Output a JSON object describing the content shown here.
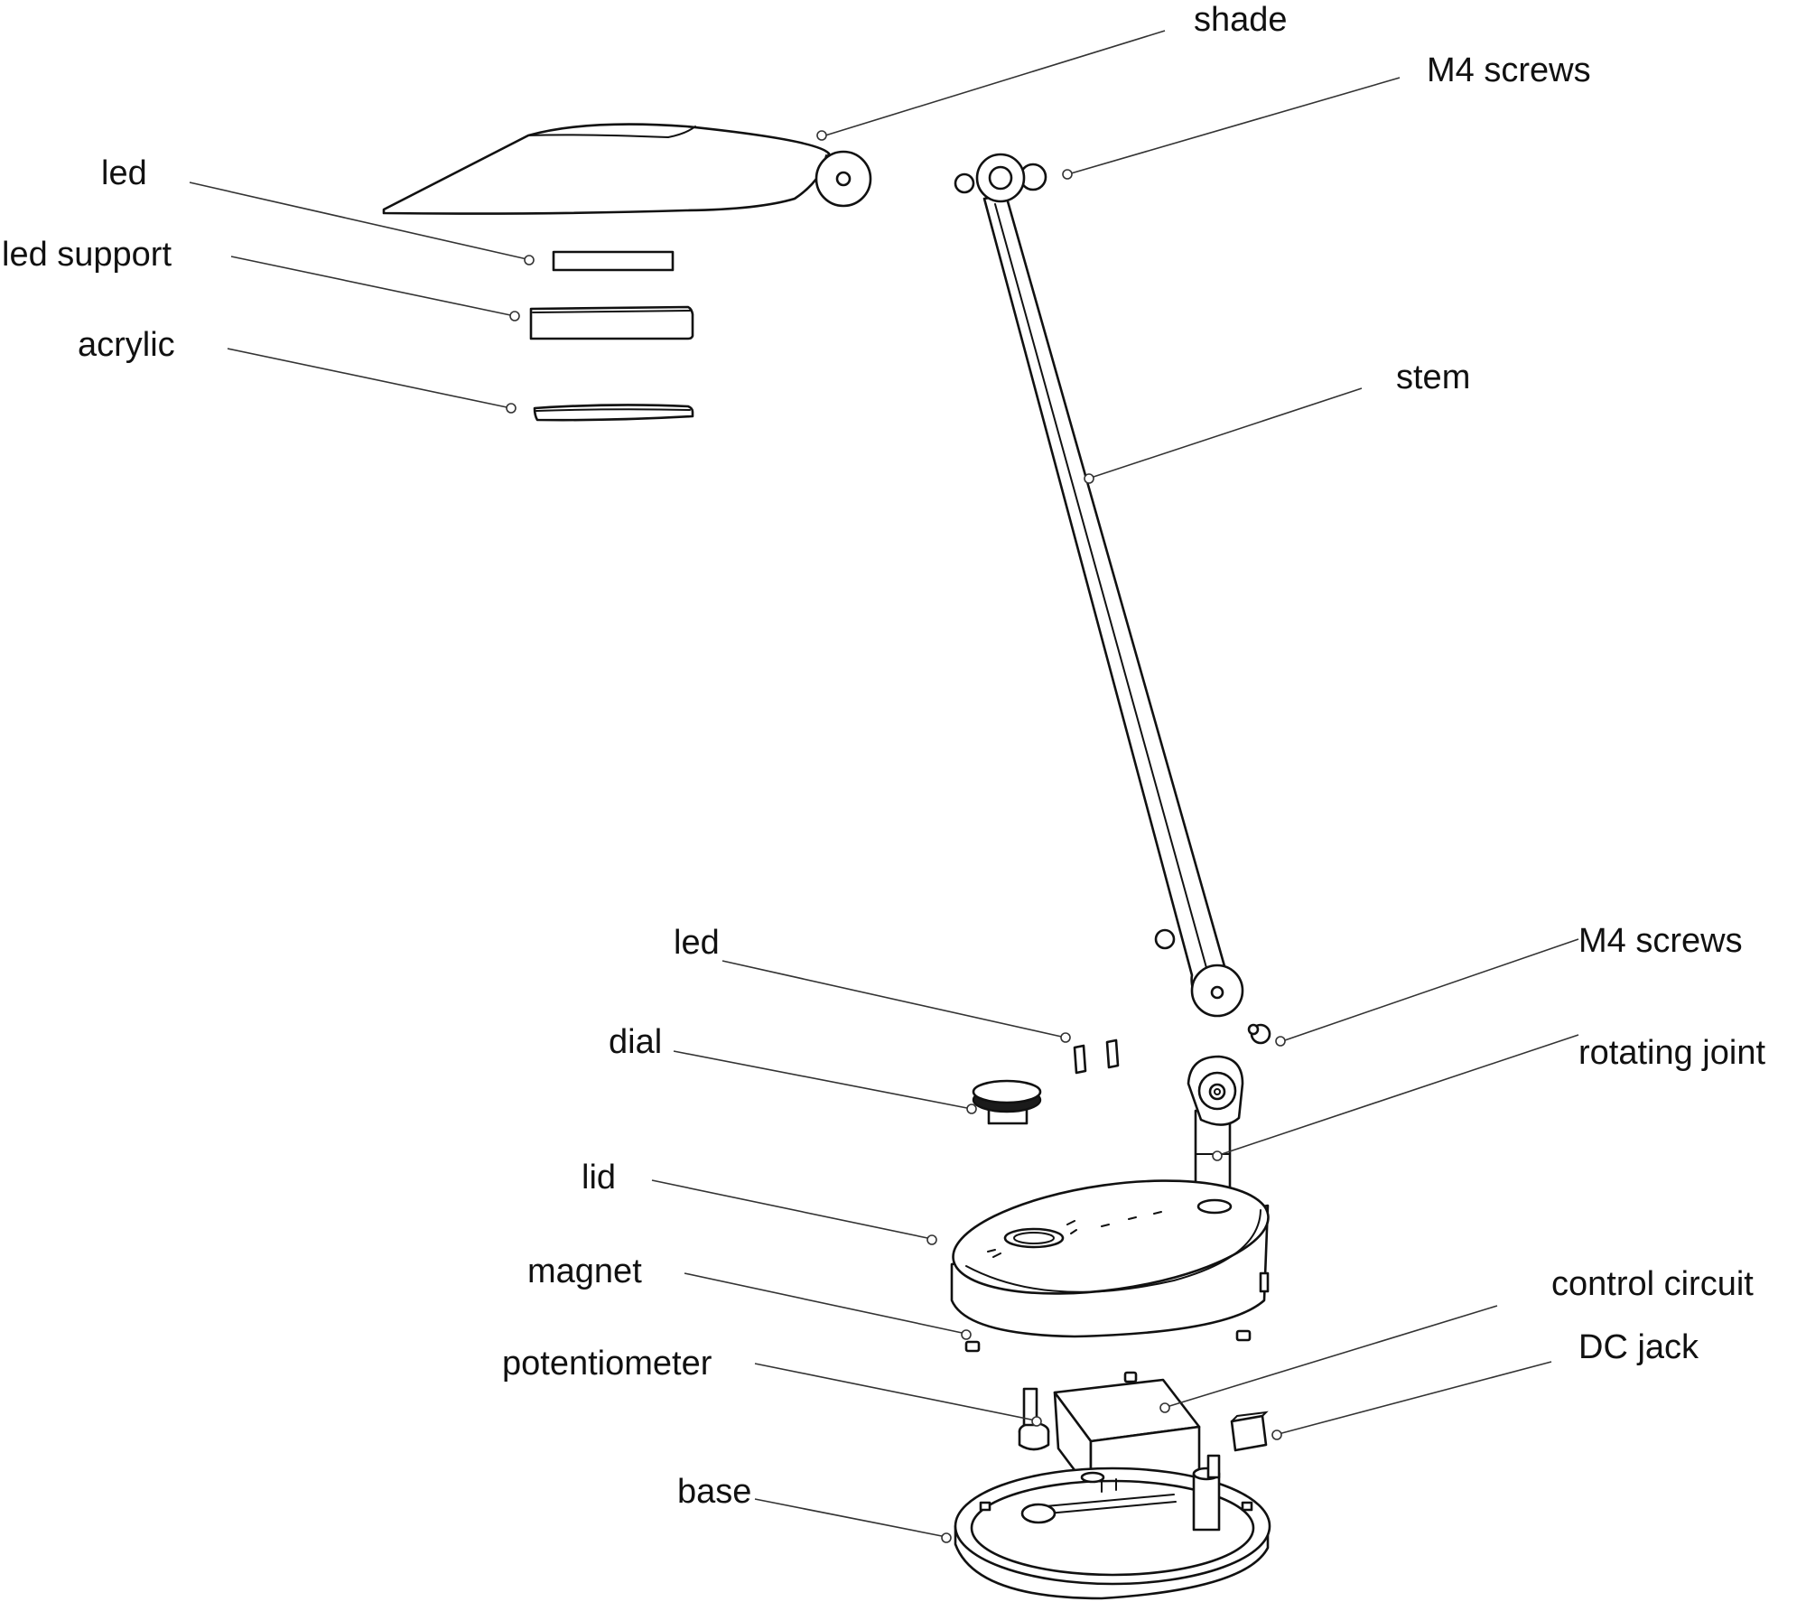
{
  "diagram": {
    "labels": {
      "shade": "shade",
      "m4_screws_top": "M4 screws",
      "led_top": "led",
      "led_support": "led support",
      "acrylic": "acrylic",
      "stem": "stem",
      "led_base": "led",
      "m4_screws_bottom": "M4 screws",
      "dial": "dial",
      "rotating_joint": "rotating joint",
      "lid": "lid",
      "magnet": "magnet",
      "control_circuit": "control circuit",
      "potentiometer": "potentiometer",
      "dc_jack": "DC jack",
      "base": "base"
    }
  },
  "colors": {
    "line": "#111111",
    "leader": "#333333",
    "background": "#ffffff"
  }
}
